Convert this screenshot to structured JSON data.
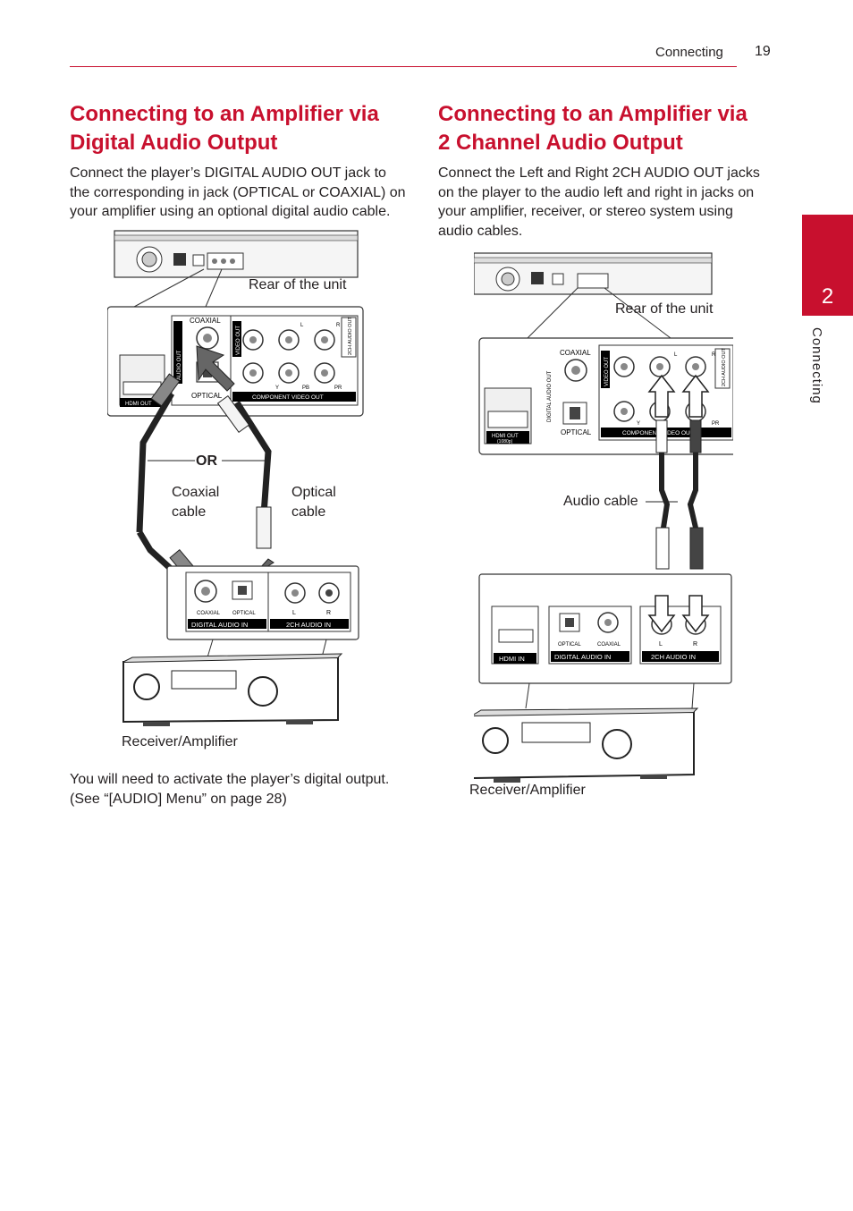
{
  "header": {
    "section": "Connecting",
    "page_number": "19"
  },
  "side_tab": {
    "number": "2",
    "label": "Connecting"
  },
  "left": {
    "title_line1": "Connecting to an Amplifier via",
    "title_line2": "Digital Audio Output",
    "body": "Connect the player’s DIGITAL AUDIO OUT jack to the corresponding in jack (OPTICAL or COAXIAL) on your amplifier using an optional digital audio cable.",
    "labels": {
      "rear": "Rear of the unit",
      "or": "OR",
      "coaxial_line1": "Coaxial",
      "coaxial_line2": "cable",
      "optical_line1": "Optical",
      "optical_line2": "cable",
      "receiver": "Receiver/Amplifier"
    },
    "panel": {
      "coaxial": "COAXIAL",
      "audio_out": "AUDIO OUT",
      "video_out": "VIDEO OUT",
      "ch_audio_out": "2CH AUDIO OUT",
      "optical": "OPTICAL",
      "component": "COMPONENT VIDEO OUT",
      "y": "Y",
      "pb": "PB",
      "pr": "PR",
      "l": "L",
      "r": "R",
      "hdmi_out": "HDMI OUT"
    },
    "receiver_panel": {
      "coaxial": "COAXIAL",
      "optical": "OPTICAL",
      "l": "L",
      "r": "R",
      "digital_in": "DIGITAL AUDIO IN",
      "ch_in": "2CH AUDIO IN"
    },
    "note_line1": "You will need to activate the player’s digital output.",
    "note_line2": "(See “[AUDIO] Menu” on page 28)"
  },
  "right": {
    "title_line1": "Connecting to an Amplifier via",
    "title_line2": "2 Channel Audio Output",
    "body": "Connect the Left and Right 2CH AUDIO OUT jacks on the player to the audio left and right in jacks on your amplifier, receiver, or stereo system using audio cables.",
    "labels": {
      "rear": "Rear of the unit",
      "audio_cable": "Audio cable",
      "receiver": "Receiver/Amplifier"
    },
    "panel": {
      "coaxial": "COAXIAL",
      "audio_out": "DIGITAL AUDIO OUT",
      "video_out": "VIDEO OUT",
      "ch_audio_out": "2CH AUDIO OUT",
      "optical": "OPTICAL",
      "component": "COMPONENT VIDEO OUT",
      "y": "Y",
      "pr": "PR",
      "l": "L",
      "r": "R",
      "hdmi_out": "HDMI OUT",
      "hdmi_res": "(1080p)"
    },
    "receiver_panel": {
      "optical": "OPTICAL",
      "coaxial": "COAXIAL",
      "l": "L",
      "r": "R",
      "hdmi_in": "HDMI IN",
      "digital_in": "DIGITAL AUDIO IN",
      "ch_in": "2CH AUDIO IN"
    }
  }
}
